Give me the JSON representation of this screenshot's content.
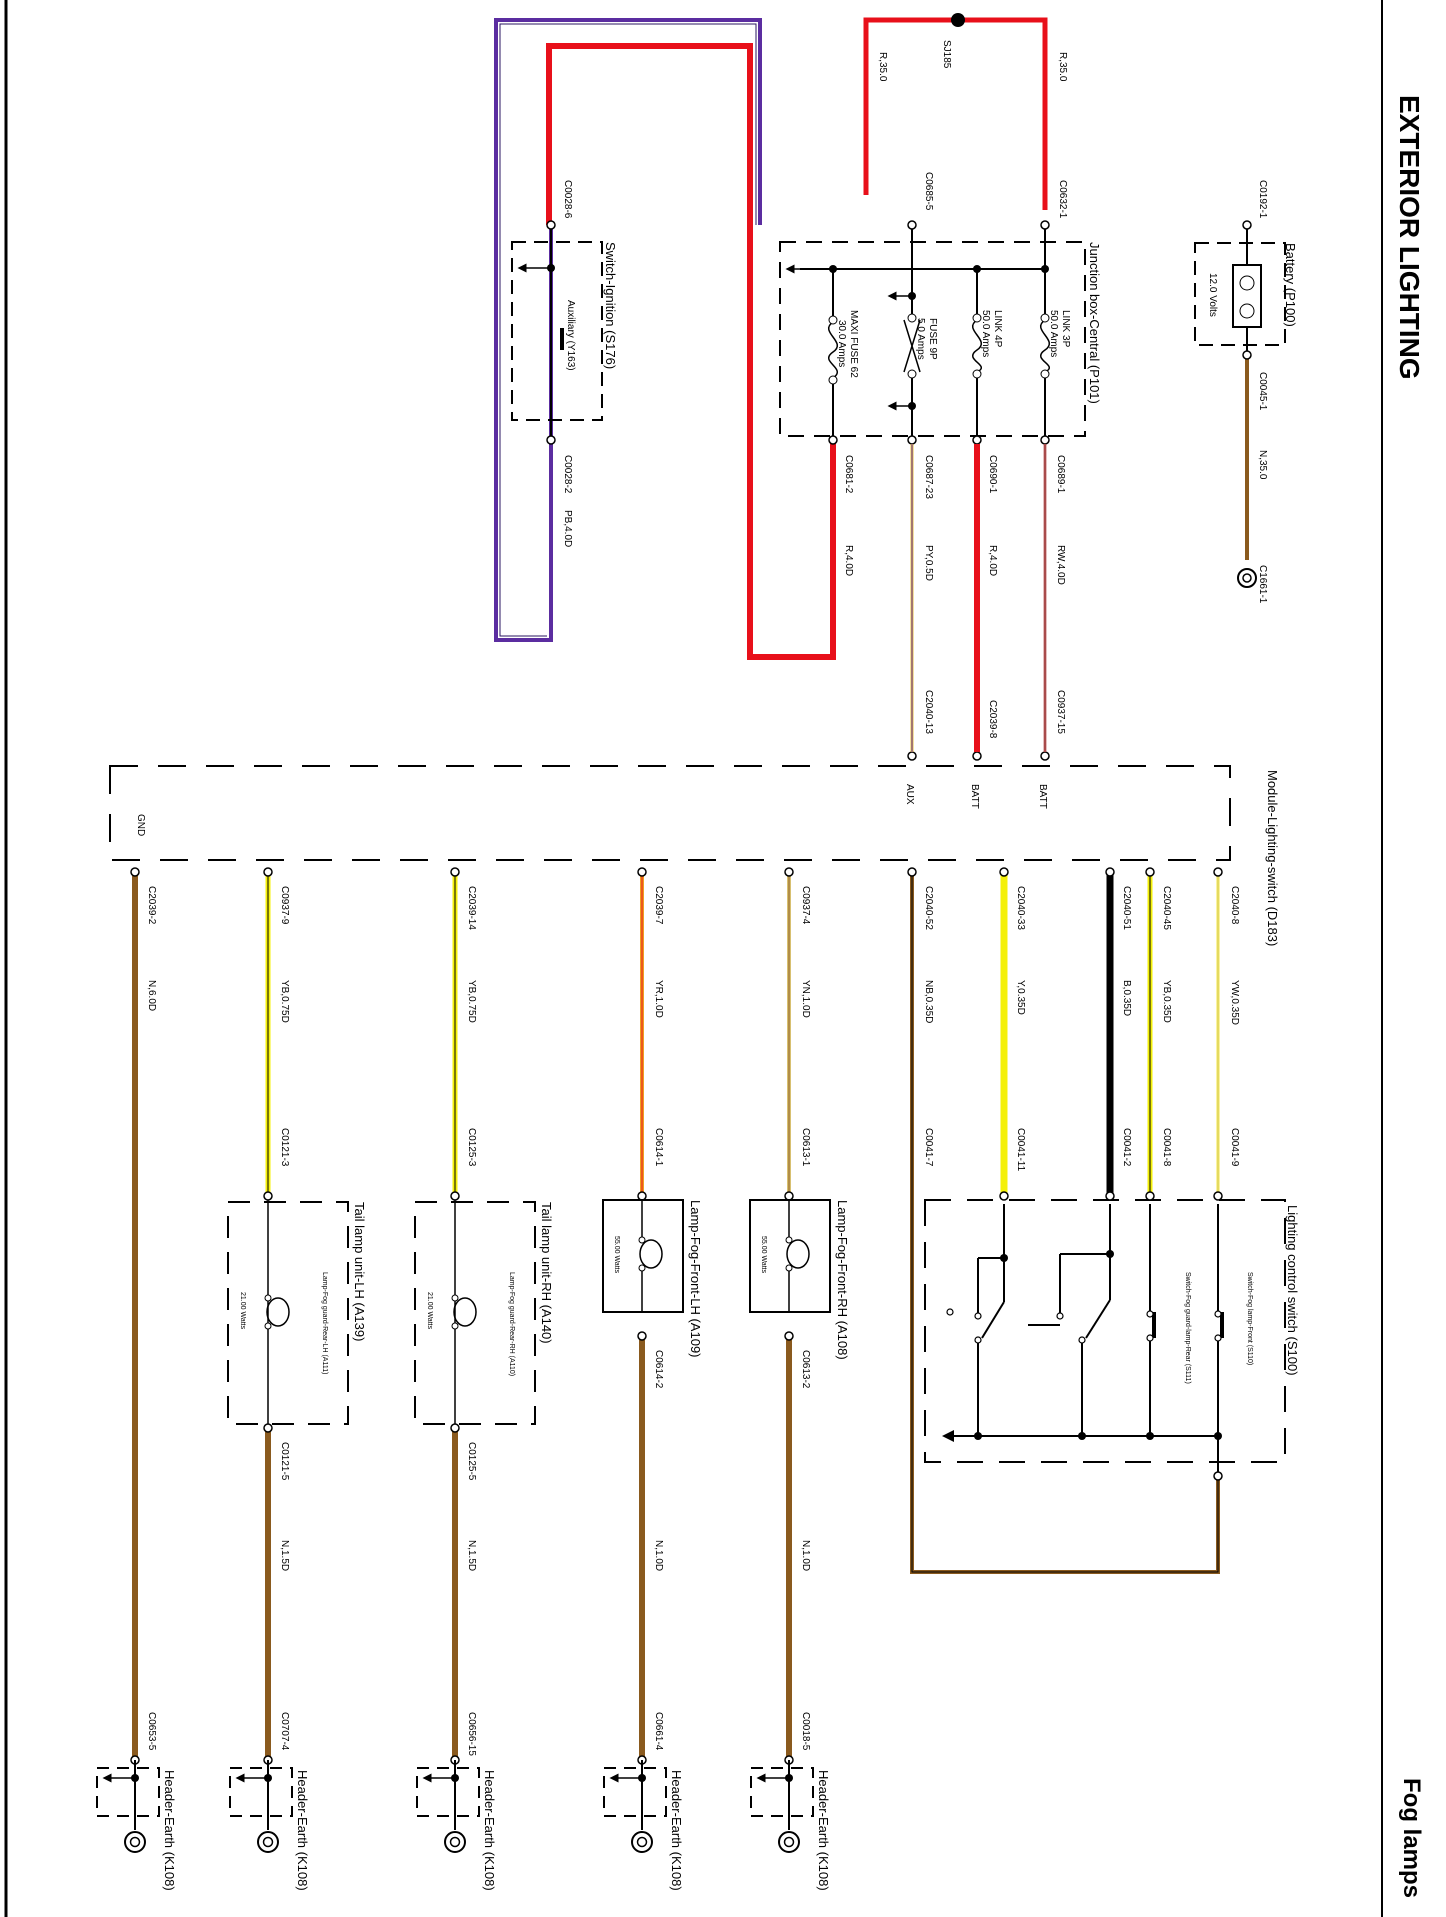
{
  "header": {
    "title": "EXTERIOR LIGHTING",
    "subtitle": "Fog lamps"
  },
  "colors": {
    "red": "#e8101a",
    "violet": "#5b2da0",
    "brown": "#8a5a1e",
    "yellow": "#f4f00a",
    "black": "#000000",
    "pink": "#c87c7c",
    "orange": "#e8a040",
    "tan": "#b89858"
  },
  "top": {
    "splice": "SJ185",
    "wire_r35_a": "R,35.0",
    "wire_r35_b": "R,35.0",
    "c0192": "C0192-1",
    "c0632": "C0632-1",
    "c0685": "C0685-5",
    "c0028_6": "C0028-6",
    "c0028_2": "C0028-2",
    "wire_pb": "PB,4.0D",
    "c0045": "C0045-1",
    "wire_n35": "N,35.0",
    "c1661": "C1661-1",
    "c0681": "C0681-2",
    "c0687": "C0687-23",
    "c0690": "C0690-1",
    "c0689": "C0689-1",
    "wire_r4a": "R,4.0D",
    "wire_py": "PY,0.5D",
    "wire_r4b": "R,4.0D",
    "wire_rw": "RW,4.0D",
    "c2040_13": "C2040-13",
    "c2039_8": "C2039-8",
    "c0937_15": "C0937-15"
  },
  "components": {
    "battery": {
      "name": "Battery (P100)",
      "voltage": "12.0 Volts"
    },
    "ignition": {
      "name": "Switch-Ignition (S176)",
      "contact": "Auxiliary (Y163)"
    },
    "junction": {
      "name": "Junction box-Central (P101)"
    },
    "link3p": {
      "name": "LINK 3P",
      "rating": "50.0 Amps"
    },
    "link4p": {
      "name": "LINK 4P",
      "rating": "50.0 Amps"
    },
    "fuse9p": {
      "name": "FUSE 9P",
      "rating": "5.0 Amps"
    },
    "maxi62": {
      "name": "MAXI FUSE 62",
      "rating": "30.0 Amps"
    },
    "module": {
      "name": "Module-Lighting-switch (D183)",
      "pin_batt1": "BATT",
      "pin_batt2": "BATT",
      "pin_aux": "AUX",
      "pin_gnd": "GND"
    },
    "lcs": {
      "name": "Lighting control switch (S100)",
      "sw_front": "Switch-Fog lamp-Front (S110)",
      "sw_rear": "Switch-Fog guard-lamp-Rear (S111)"
    },
    "fog_rh": {
      "name": "Lamp-Fog-Front-RH (A108)",
      "watts": "55.00 Watts"
    },
    "fog_lh": {
      "name": "Lamp-Fog-Front-LH (A109)",
      "watts": "55.00 Watts"
    },
    "tail_rh": {
      "name": "Tail lamp unit-RH (A140)",
      "inner": "Lamp-Fog guard-Rear-RH (A110)",
      "watts": "21.00 Watts"
    },
    "tail_lh": {
      "name": "Tail lamp unit-LH (A139)",
      "inner": "Lamp-Fog guard-Rear-LH (A111)",
      "watts": "21.00 Watts"
    },
    "earth": "Header-Earth (K108)"
  },
  "bottom_wires": [
    {
      "c1": "C2040-8",
      "w": "YW,0.35D",
      "c2": "C0041-9"
    },
    {
      "c1": "C2040-45",
      "w": "YB,0.35D",
      "c2": "C0041-8"
    },
    {
      "c1": "C2040-51",
      "w": "B,0.35D",
      "c2": "C0041-2"
    },
    {
      "c1": "C2040-33",
      "w": "Y,0.35D",
      "c2": "C0041-11"
    },
    {
      "c1": "C2040-52",
      "w": "NB,0.35D",
      "c2": "C0041-7"
    },
    {
      "c1": "C0937-4",
      "w": "YN,1.0D",
      "c2": "C0613-1",
      "c3": "C0613-2",
      "w2": "N,1.0D",
      "c4": "C0018-5"
    },
    {
      "c1": "C2039-7",
      "w": "YR,1.0D",
      "c2": "C0614-1",
      "c3": "C0614-2",
      "w2": "N,1.0D",
      "c4": "C0661-4"
    },
    {
      "c1": "C2039-14",
      "w": "YB,0.75D",
      "c2": "C0125-3",
      "c3": "C0125-5",
      "w2": "N,1.5D",
      "c4": "C0656-15"
    },
    {
      "c1": "C0937-9",
      "w": "YB,0.75D",
      "c2": "C0121-3",
      "c3": "C0121-5",
      "w2": "N,1.5D",
      "c4": "C0707-4"
    },
    {
      "c1": "C2039-2",
      "w": "N,6.0D",
      "c4": "C0653-5"
    }
  ]
}
